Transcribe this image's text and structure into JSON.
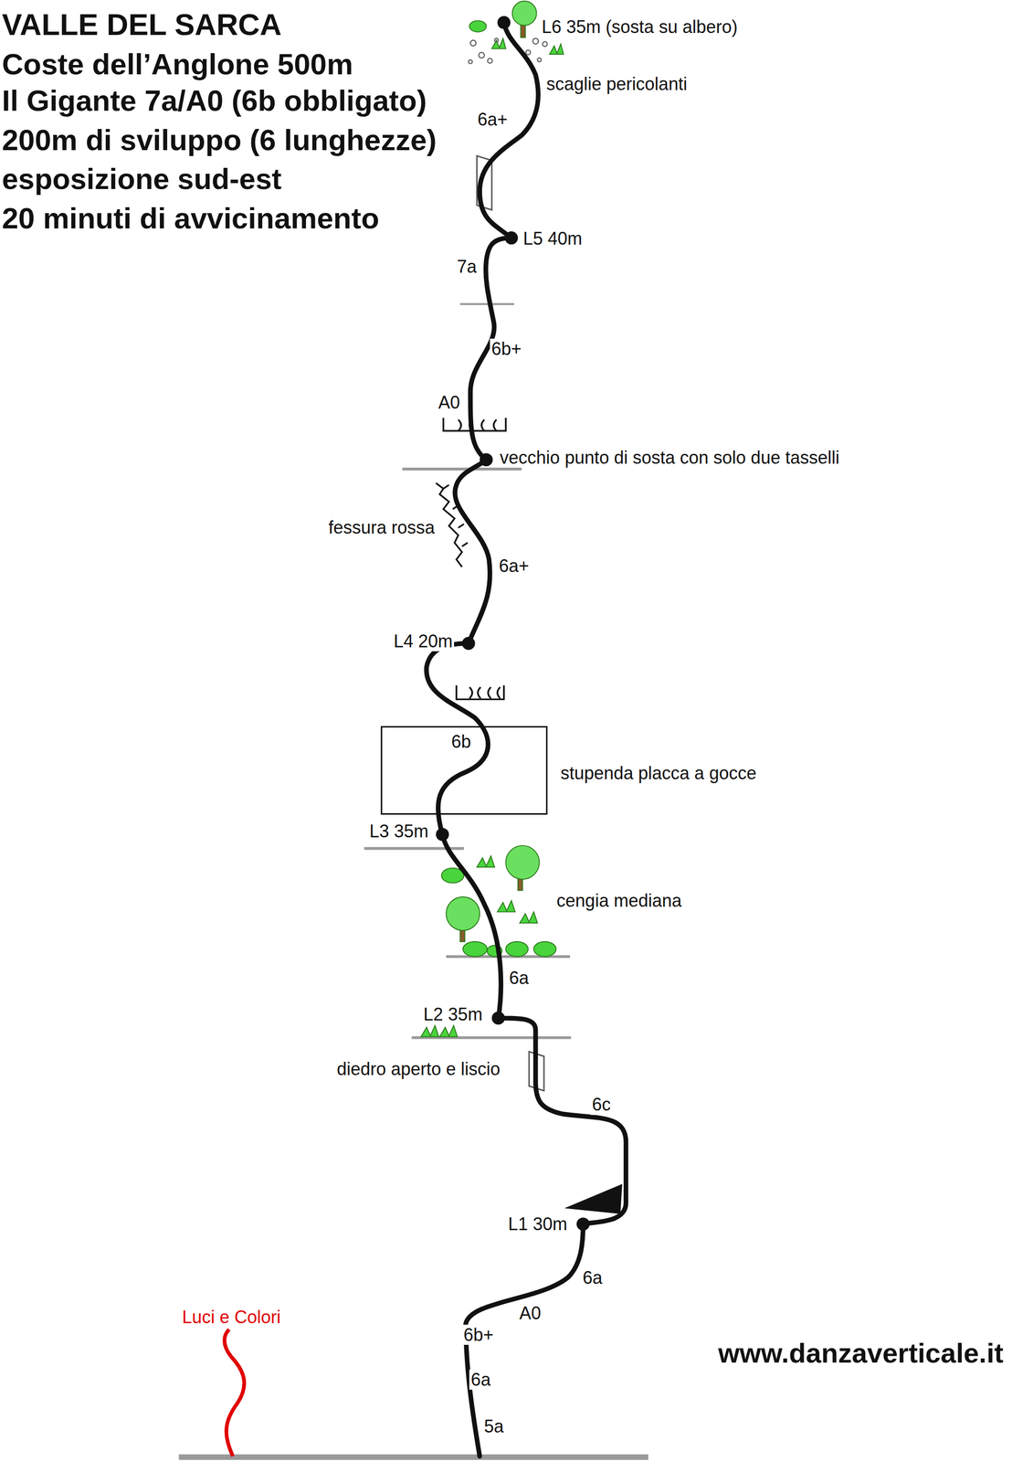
{
  "diagram": {
    "title": "VALLE DEL SARCA",
    "nodes": [
      {
        "text": [
          "6b",
          "stupenda placca a gocce"
        ]
      }
    ],
    "labels": [
      "Coste dell’Anglone 500m",
      "Il Gigante 7a/A0 (6b obbligato)",
      "200m di sviluppo (6 lunghezze)",
      "esposizione sud-est",
      "20 minuti di avvicinamento",
      "L6 35m (sosta su albero)",
      "scaglie pericolanti",
      "6a+",
      "L5 40m",
      "7a",
      "6b+",
      "A0",
      "vecchio punto di sosta con solo due tasselli",
      "fessura rossa",
      "6a+",
      "L4 20m",
      "L3 35m",
      "cengia mediana",
      "6a",
      "L2 35m",
      "diedro aperto e liscio",
      "6c",
      "L1 30m",
      "6a",
      "A0",
      "6b+",
      "6a",
      "5a",
      "Luci e Colori",
      "www.danzaverticale.it"
    ]
  }
}
